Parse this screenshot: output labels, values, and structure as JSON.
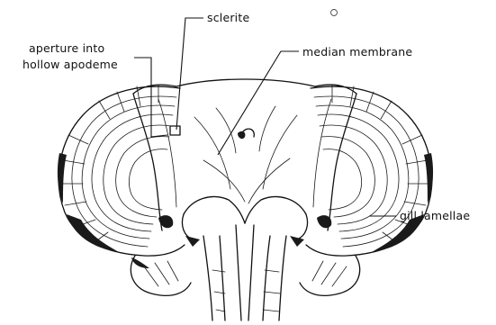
{
  "labels": {
    "sclerite": "sclerite",
    "aperture_line1": "aperture into",
    "aperture_line2": "hollow apodeme",
    "median_membrane": "median membrane",
    "gill_lamellae": "gill lamellae"
  }
}
